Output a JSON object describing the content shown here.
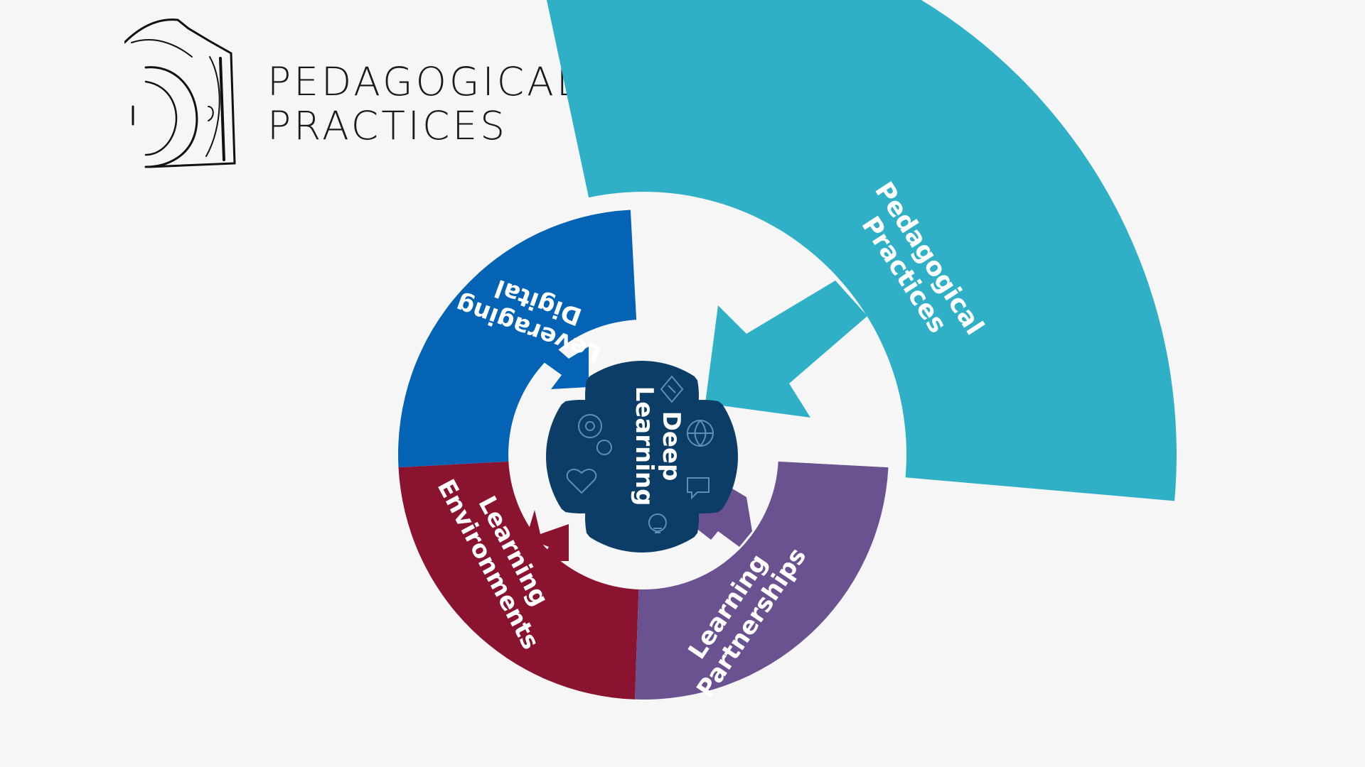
{
  "logo": {
    "line1": "PEDAGOGICAL",
    "line2": "PRACTICES"
  },
  "diagram": {
    "center": {
      "line1": "Deep",
      "line2": "Learning",
      "color": "#0b3d66",
      "icons": [
        "compass-icon",
        "gears-icon",
        "globe-icon",
        "heart-icon",
        "chat-icon",
        "lightbulb-icon"
      ]
    },
    "segments": [
      {
        "key": "pedagogical",
        "line1": "Pedagogical",
        "line2": "Practices",
        "color": "#30b0c7"
      },
      {
        "key": "digital",
        "line1": "Leveraging",
        "line2": "Digital",
        "color": "#0563b5"
      },
      {
        "key": "environments",
        "line1": "Learning",
        "line2": "Environments",
        "color": "#8a1430"
      },
      {
        "key": "partnerships",
        "line1": "Learning",
        "line2": "Partnerships",
        "color": "#6a5190"
      }
    ]
  }
}
